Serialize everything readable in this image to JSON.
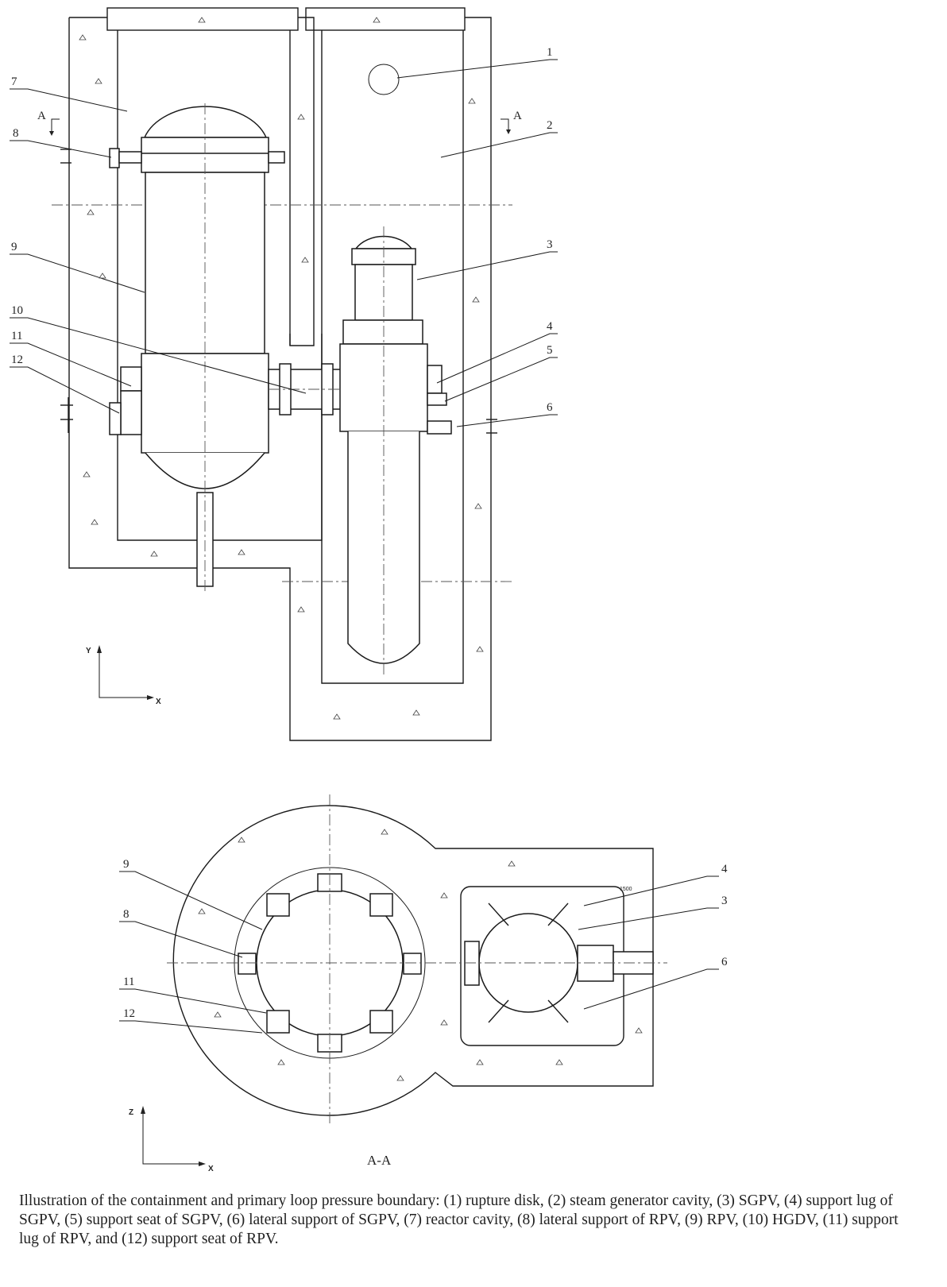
{
  "elevation_view": {
    "labels": [
      "1",
      "2",
      "3",
      "4",
      "5",
      "6",
      "7",
      "8",
      "9",
      "10",
      "11",
      "12"
    ],
    "section_marks": [
      "A",
      "A"
    ],
    "axes": [
      "Y",
      "X"
    ]
  },
  "section_view": {
    "labels": [
      "9",
      "8",
      "11",
      "12",
      "4",
      "3",
      "6"
    ],
    "dimension": "1500",
    "axes": [
      "Z",
      "X"
    ],
    "title": "A-A"
  },
  "caption": "Illustration of the containment and primary loop pressure boundary: (1) rupture disk, (2) steam generator cavity, (3) SGPV, (4) support lug of SGPV, (5) support seat of SGPV, (6) lateral support of SGPV, (7) reactor cavity, (8) lateral support of RPV, (9) RPV, (10) HGDV, (11) support lug of RPV, and (12) support seat of RPV."
}
